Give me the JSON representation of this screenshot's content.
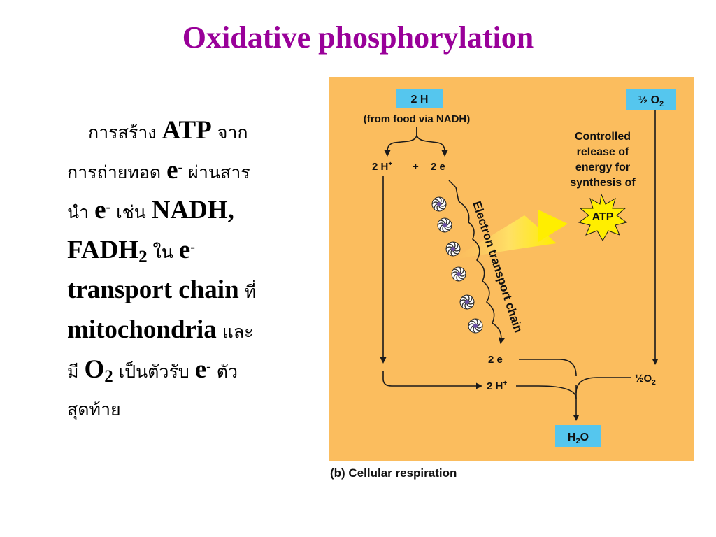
{
  "slide": {
    "title": "Oxidative phosphorylation",
    "body": {
      "l1_a": "การสร้าง",
      "l1_b": "ATP",
      "l1_c": "จาก",
      "l2_a": "การถ่ายทอด",
      "l2_b": "e",
      "l2_sup": "-",
      "l2_c": "ผ่านสาร",
      "l3_a": "นำ",
      "l3_b": "e",
      "l3_sup": "-",
      "l3_c": "เช่น",
      "l3_d": "NADH,",
      "l4_a": "FADH",
      "l4_sub": "2",
      "l4_b": "ใน",
      "l4_c": "e",
      "l4_sup": "-",
      "l5_a": "transport chain",
      "l5_b": "ที่",
      "l6_a": "mitochondria",
      "l6_b": "และ",
      "l7_a": "มี",
      "l7_b": "O",
      "l7_sub": "2",
      "l7_c": "เป็นตัวรับ",
      "l7_d": "e",
      "l7_sup": "-",
      "l7_e": "ตัว",
      "l8_a": "สุดท้าย"
    }
  },
  "diagram": {
    "source_box": "2 H",
    "source_note": "(from food via NADH)",
    "oxygen_box": "½ O",
    "oxygen_sub": "2",
    "top_h": "2 H",
    "top_h_sup": "+",
    "plus": "+",
    "top_e": "2 e",
    "top_e_sup": "–",
    "chain_label": "Electron transport chain",
    "release_l1": "Controlled",
    "release_l2": "release of",
    "release_l3": "energy for",
    "release_l4": "synthesis of",
    "atp": "ATP",
    "bottom_e": "2 e",
    "bottom_e_sup": "–",
    "bottom_h": "2 H",
    "bottom_h_sup": "+",
    "bottom_o": "½O",
    "bottom_o_sub": "2",
    "water": "H",
    "water_sub": "2",
    "water_o": "O",
    "caption": "(b) Cellular respiration",
    "colors": {
      "panel": "#fbbd5e",
      "box": "#55c6ee",
      "atp_burst": "#ffee00",
      "title": "#990099"
    }
  }
}
